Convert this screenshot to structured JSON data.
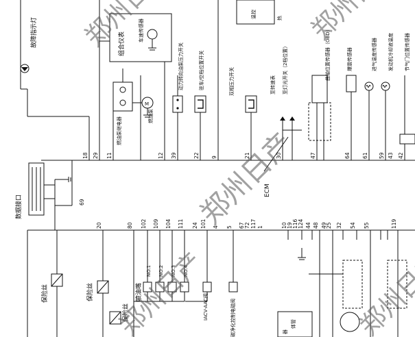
{
  "watermark": "郑州日产",
  "labels": {
    "fault_lamp": "故障指示灯",
    "data_connector": "数据接口",
    "combination_meter": "组合仪表",
    "speed_sensor": "车速传感器",
    "fuel_pump_relay": "燃油泵继电器",
    "fuel_pump": "燃油泵",
    "ps_oil_pressure_switch": "动力转向油泵压力开关",
    "park_neutral_switch": "驻车/空档位置开关",
    "dual_pressure_switch": "双相压力开关",
    "to_tachometer": "至转速表",
    "to_headlamp_switch": "至灯光开关（2档位置）",
    "crank_position_sensor": "曲轴位置传感器（OBD）",
    "knock_sensor": "爆震传感器",
    "intake_air_temp_sensor": "进气温度传感器",
    "engine_coolant_temp_sensor": "发动机冷却液温度",
    "throttle_position_sensor": "节气门位置传感器",
    "heat_label": "热",
    "temp_control": "温控",
    "fuse_1": "保险丝",
    "fuse_2": "保险丝",
    "fuse_3": "保险丝",
    "injector": "喷油嘴",
    "iacv": "IACV-AAC阀",
    "canister_purge": "碳净化控制电磁阀",
    "ecm": "ECM",
    "throttle_body": "体管",
    "sensor_fragment": "器"
  },
  "injectors": [
    "NO.1",
    "NO.2",
    "NO.3",
    "NO.4"
  ],
  "pins_top": [
    "18",
    "29",
    "11",
    "12",
    "39",
    "22",
    "9",
    "21",
    "30",
    "47",
    "64",
    "61",
    "59",
    "43",
    "42"
  ],
  "pin_69": "69",
  "pins_bottom": [
    "20",
    "80",
    "102",
    "109",
    "104",
    "111",
    "24",
    "101",
    "4",
    "5",
    "67",
    "72",
    "117",
    "1",
    "10",
    "19",
    "116",
    "124",
    "44",
    "48",
    "49",
    "25",
    "32",
    "54",
    "55",
    "119"
  ]
}
